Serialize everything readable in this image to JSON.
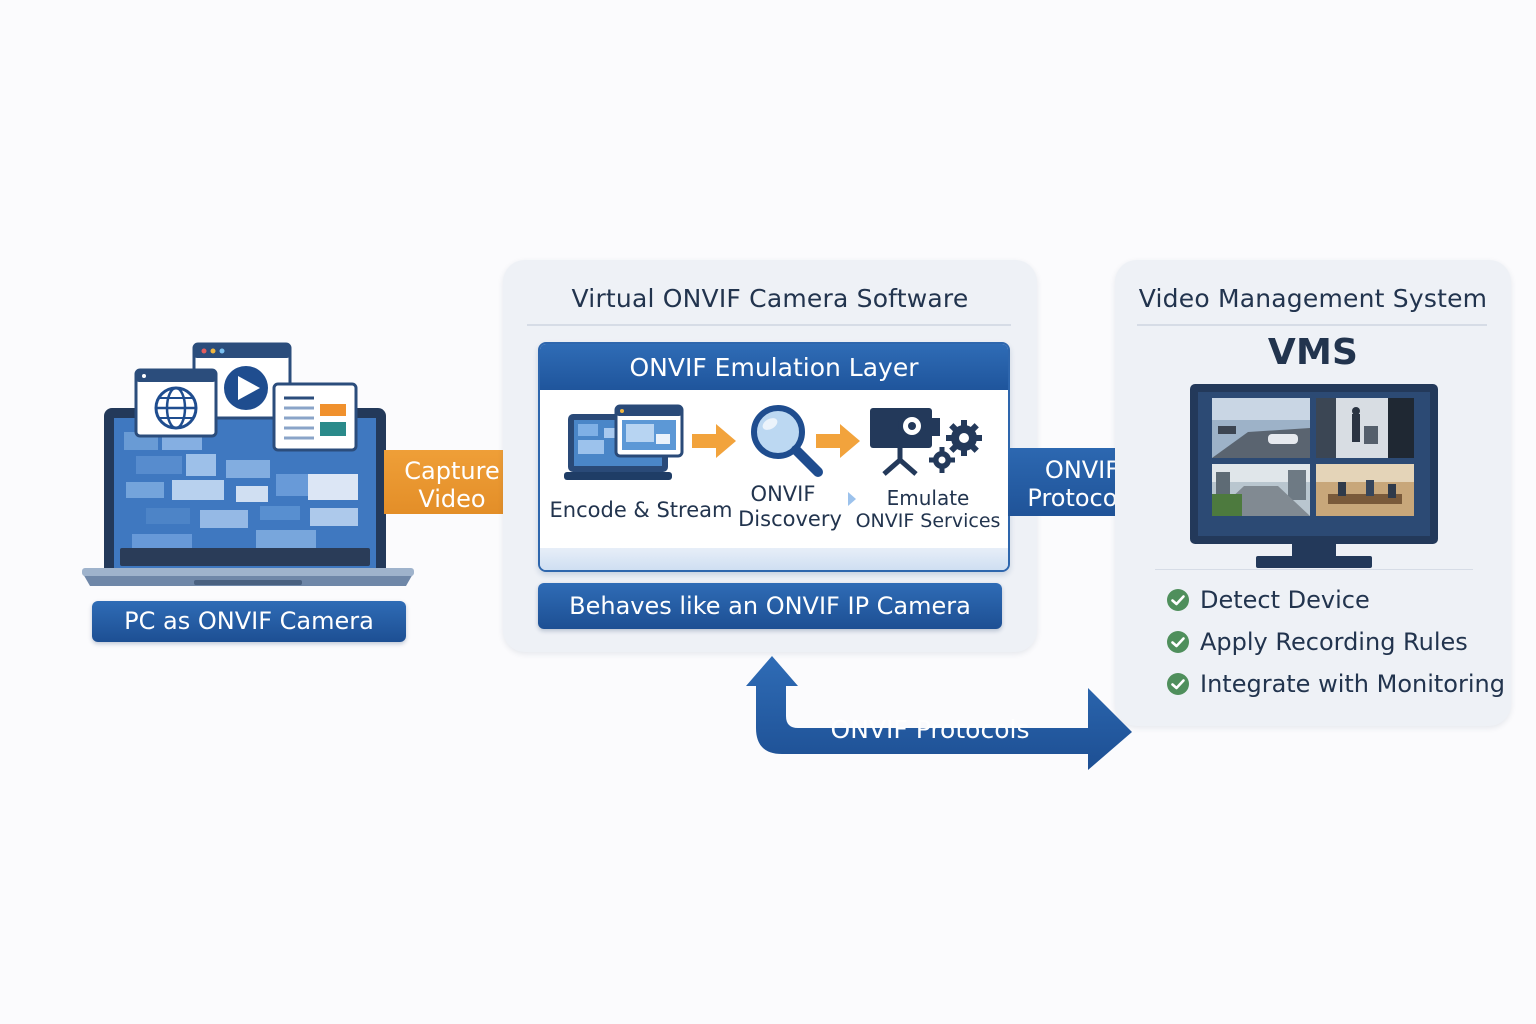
{
  "source": {
    "label": "PC as ONVIF Camera"
  },
  "arrow_capture": {
    "line1": "Capture",
    "line2": "Video"
  },
  "software": {
    "title": "Virtual ONVIF Camera Software",
    "layer_title": "ONVIF Emulation Layer",
    "steps": [
      {
        "line1": "Encode & Stream",
        "line2": ""
      },
      {
        "line1": "ONVIF",
        "line2": "Discovery"
      },
      {
        "line1": "Emulate",
        "line2": "ONVIF Services"
      }
    ],
    "behaves_label": "Behaves like an ONVIF IP Camera"
  },
  "arrow_protocols_top": {
    "line1": "ONVIF",
    "line2": "Protocols"
  },
  "vms": {
    "title": "Video Management System",
    "heading": "VMS",
    "features": [
      "Detect Device",
      "Apply Recording Rules",
      "Integrate with Monitoring"
    ]
  },
  "arrow_protocols_bottom": {
    "label": "ONVIF Protocols"
  },
  "colors": {
    "primary_blue": "#2f6cb6",
    "dark_blue": "#1d4f93",
    "orange": "#e8952e",
    "check_green": "#4f8f5c",
    "panel_bg": "#eef1f6"
  }
}
